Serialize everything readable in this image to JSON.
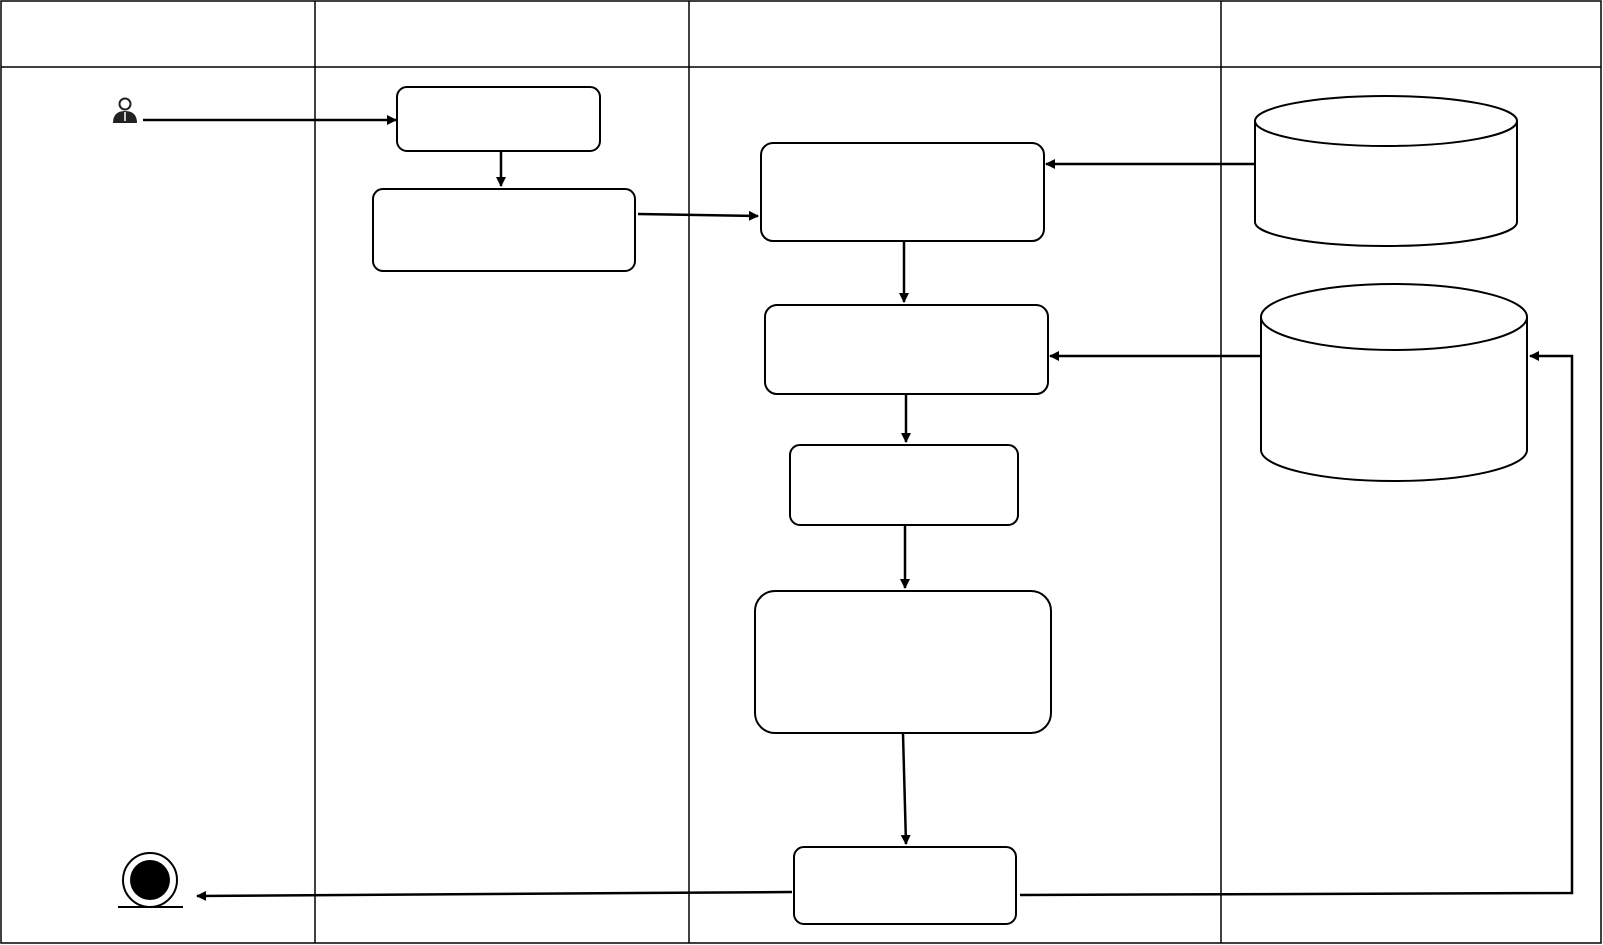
{
  "diagram": {
    "type": "uml-activity-swimlane",
    "colors": {
      "stroke": "#000000",
      "background": "#ffffff",
      "end_node_fill": "#000000"
    },
    "lanes": [
      {
        "id": "lane-1",
        "label": ""
      },
      {
        "id": "lane-2",
        "label": ""
      },
      {
        "id": "lane-3",
        "label": ""
      },
      {
        "id": "lane-4",
        "label": ""
      }
    ],
    "nodes": [
      {
        "id": "actor",
        "kind": "actor-icon",
        "label": ""
      },
      {
        "id": "activity-1",
        "kind": "activity",
        "label": ""
      },
      {
        "id": "activity-2",
        "kind": "activity",
        "label": ""
      },
      {
        "id": "activity-3",
        "kind": "activity",
        "label": ""
      },
      {
        "id": "activity-4",
        "kind": "activity",
        "label": ""
      },
      {
        "id": "activity-5",
        "kind": "activity",
        "label": ""
      },
      {
        "id": "activity-6",
        "kind": "activity",
        "label": ""
      },
      {
        "id": "activity-7",
        "kind": "activity",
        "label": ""
      },
      {
        "id": "datastore-1",
        "kind": "database",
        "label": ""
      },
      {
        "id": "datastore-2",
        "kind": "database",
        "label": ""
      },
      {
        "id": "final",
        "kind": "final-node",
        "label": ""
      }
    ],
    "edges": [
      {
        "from": "actor",
        "to": "activity-1"
      },
      {
        "from": "activity-1",
        "to": "activity-2"
      },
      {
        "from": "activity-2",
        "to": "activity-3"
      },
      {
        "from": "datastore-1",
        "to": "activity-3"
      },
      {
        "from": "activity-3",
        "to": "activity-4"
      },
      {
        "from": "datastore-2",
        "to": "activity-4"
      },
      {
        "from": "activity-4",
        "to": "activity-5"
      },
      {
        "from": "activity-5",
        "to": "activity-6"
      },
      {
        "from": "activity-6",
        "to": "activity-7"
      },
      {
        "from": "activity-7",
        "to": "final"
      },
      {
        "from": "activity-7",
        "to": "datastore-2"
      }
    ]
  }
}
